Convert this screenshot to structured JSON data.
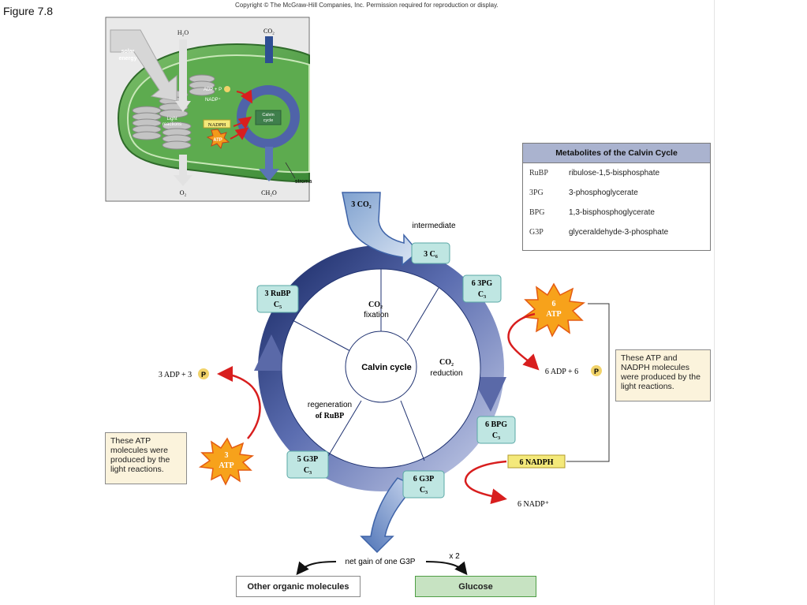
{
  "figure_label": "Figure 7.8",
  "copyright": "Copyright © The McGraw-Hill Companies, Inc. Permission required for reproduction or display.",
  "inset": {
    "h2o": "H₂O",
    "co2": "CO₂",
    "o2": "O₂",
    "ch2o": "CH₂O",
    "solar_line1": "solar",
    "solar_line2": "energy",
    "adp_p": "ADP + P",
    "nadp": "NADP⁺",
    "light_line1": "Light",
    "light_line2": "reactions",
    "nadph": "NADPH",
    "atp": "ATP",
    "calvin_line1": "Calvin",
    "calvin_line2": "cycle",
    "stroma": "stroma"
  },
  "metabolites": {
    "title": "Metabolites of the Calvin Cycle",
    "rows": [
      {
        "abbr": "RuBP",
        "name": "ribulose-1,5-bisphosphate"
      },
      {
        "abbr": "3PG",
        "name": "3-phosphoglycerate"
      },
      {
        "abbr": "BPG",
        "name": "1,3-bisphosphoglycerate"
      },
      {
        "abbr": "G3P",
        "name": "glyceraldehyde-3-phosphate"
      }
    ]
  },
  "cycle": {
    "center": "Calvin cycle",
    "co2_in": "3 CO₂",
    "intermediate": "intermediate",
    "fixation_line1": "CO₂",
    "fixation_line2": "fixation",
    "reduction_line1": "CO₂",
    "reduction_line2": "reduction",
    "regen_line1": "regeneration",
    "regen_line2": "of RuBP",
    "nodes": {
      "c6": "3 C₆",
      "pg_line1": "6 3PG",
      "pg_line2": "C₃",
      "bpg_line1": "6 BPG",
      "bpg_line2": "C₃",
      "g3p6_line1": "6 G3P",
      "g3p6_line2": "C₃",
      "g3p5_line1": "5 G3P",
      "g3p5_line2": "C₃",
      "rubp_line1": "3 RuBP",
      "rubp_line2": "C₅"
    }
  },
  "energy": {
    "atp6_line1": "6",
    "atp6_line2": "ATP",
    "atp3_line1": "3",
    "atp3_line2": "ATP",
    "adp6": "6 ADP + 6",
    "adp3": "3 ADP + 3",
    "p": "P",
    "nadph6": "6 NADPH",
    "nadp6": "6 NADP⁺"
  },
  "notes": {
    "right": "These ATP and NADPH molecules were produced by the light reactions.",
    "left": "These ATP molecules were produced by the light reactions."
  },
  "outputs": {
    "net_gain": "net gain of one G3P",
    "times": "x 2",
    "other": "Other organic molecules",
    "glucose": "Glucose"
  },
  "colors": {
    "ring_dark": "#1e3170",
    "ring_light": "#a9b3d8",
    "node_fill": "#bfe6e2",
    "node_stroke": "#5aa8a6",
    "arrow_red": "#d81e1e",
    "chloroplast": "#4f9e45",
    "glucose_fill": "#c7e3c2",
    "note_fill": "#fbf3dc"
  }
}
